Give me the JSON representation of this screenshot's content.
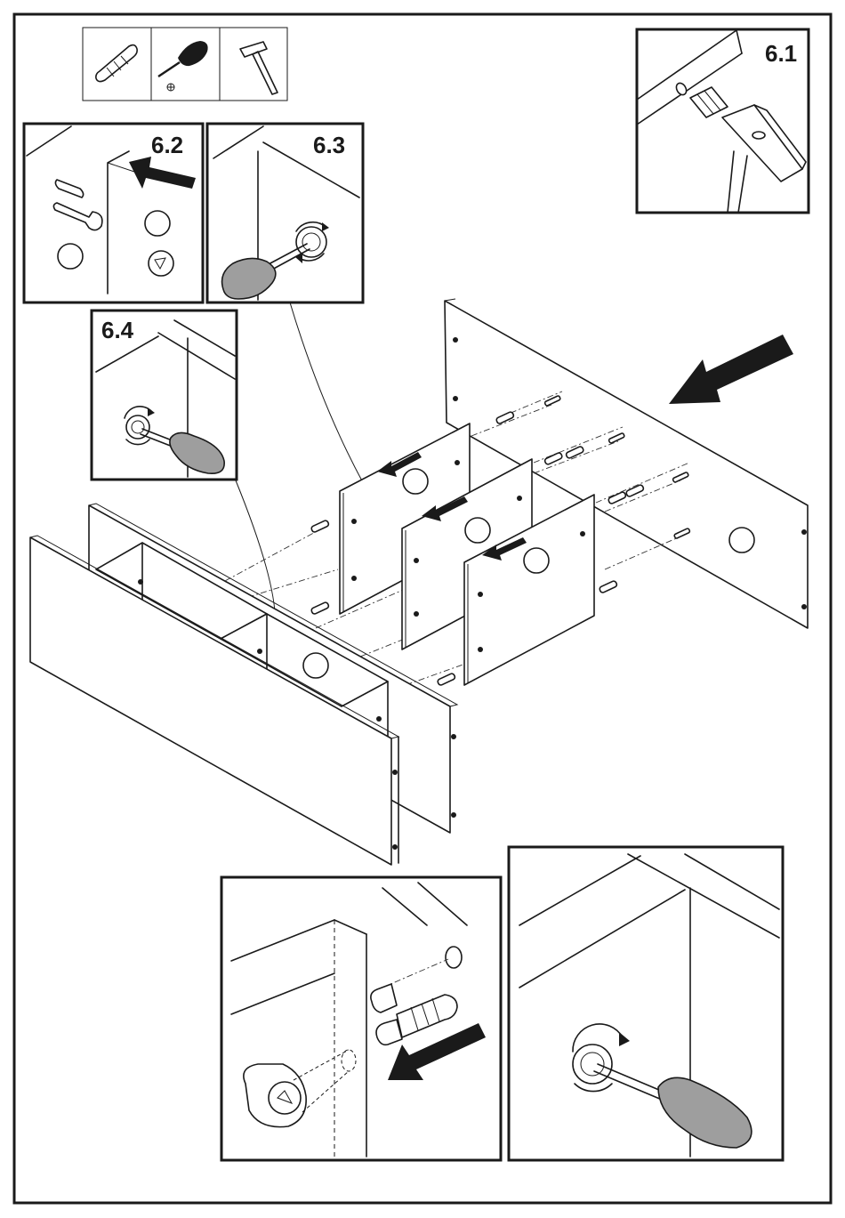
{
  "steps": {
    "s1": "6.1",
    "s2": "6.2",
    "s3": "6.3",
    "s4": "6.4"
  },
  "tools": [
    "dowel-icon",
    "screwdriver-icon",
    "hammer-icon"
  ],
  "colors": {
    "ink": "#1a1a1a",
    "handle": "#9e9e9e",
    "paper": "#ffffff"
  }
}
